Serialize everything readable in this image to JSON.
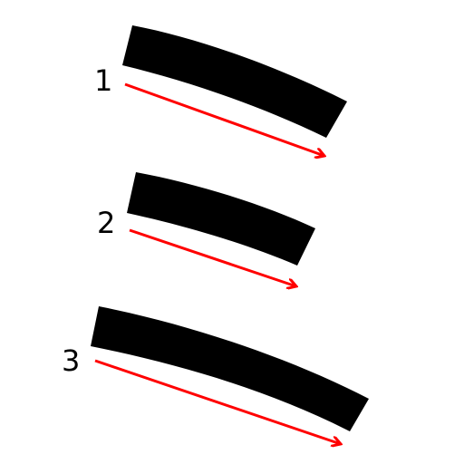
{
  "strokes": [
    {
      "number": "1",
      "color": "#000000",
      "arrow_color": "#ff0000"
    },
    {
      "number": "2",
      "color": "#000000",
      "arrow_color": "#ff0000"
    },
    {
      "number": "3",
      "color": "#000000",
      "arrow_color": "#ff0000"
    }
  ]
}
